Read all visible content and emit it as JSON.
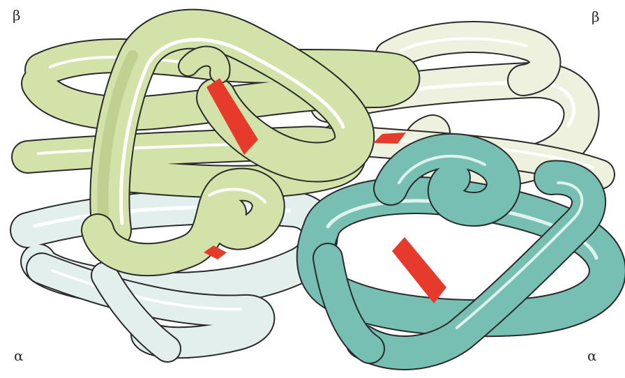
{
  "labels": {
    "top_left": "β",
    "top_right": "β",
    "bottom_left": "α",
    "bottom_right": "α"
  },
  "colors": {
    "beta_1": "#d3e2a8",
    "beta_1_dark": "#b7cb86",
    "beta_2": "#eef1de",
    "alpha_1": "#e2efec",
    "alpha_2": "#76bfb2",
    "alpha_2_dark": "#5aa598",
    "heme": "#e63b2c",
    "outline": "#2a2a2a",
    "highlight": "#ffffff"
  },
  "subunits": [
    {
      "name": "beta-1",
      "color_key": "beta_1"
    },
    {
      "name": "beta-2",
      "color_key": "beta_2"
    },
    {
      "name": "alpha-1",
      "color_key": "alpha_1"
    },
    {
      "name": "alpha-2",
      "color_key": "alpha_2"
    }
  ]
}
